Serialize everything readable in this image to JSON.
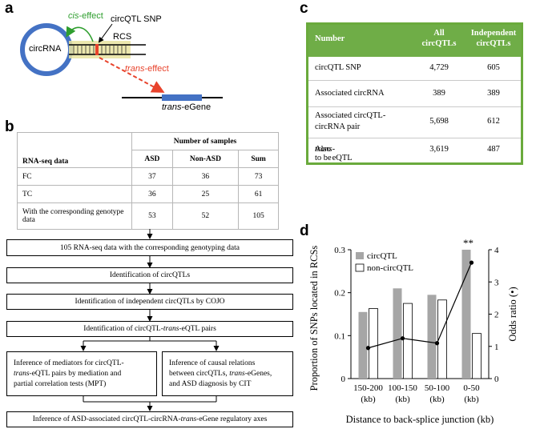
{
  "panels": {
    "a": "a",
    "b": "b",
    "c": "c",
    "d": "d"
  },
  "panel_a": {
    "circrna": "circRNA",
    "cis_prefix": "cis",
    "cis_suffix": "-effect",
    "snp_label": "circQTL SNP",
    "rcs_label": "RCS",
    "trans_prefix": "trans",
    "trans_suffix": "-effect",
    "egene_prefix": "trans",
    "egene_suffix": "-eGene",
    "colors": {
      "circle": "#4472c4",
      "cis": "#2e9e2e",
      "trans": "#e8432c",
      "rcs": "#e9e3a0"
    }
  },
  "panel_b": {
    "table": {
      "header_group": "Number of samples",
      "row_header": "RNA-seq data",
      "columns": [
        "ASD",
        "Non-ASD",
        "Sum"
      ],
      "rows": [
        {
          "label": "FC",
          "values": [
            "37",
            "36",
            "73"
          ]
        },
        {
          "label": "TC",
          "values": [
            "36",
            "25",
            "61"
          ]
        },
        {
          "label": "With the corresponding genotype data",
          "values": [
            "53",
            "52",
            "105"
          ]
        }
      ]
    },
    "flow": {
      "s1": "105 RNA-seq data with the corresponding genotyping data",
      "s2": "Identification of circQTLs",
      "s3": "Identification of independent circQTLs by COJO",
      "s4_pre": "Identification of circQTL-",
      "s4_it": "trans",
      "s4_post": "-eQTL pairs",
      "left_l1": "Inference of mediators for circQTL-",
      "left_it": "trans",
      "left_l2": "-eQTL pairs by mediation and",
      "left_l3": "partial correlation tests (MPT)",
      "right_l1": "Inference of causal relations",
      "right_l2a": "between circQTLs, ",
      "right_it": "trans",
      "right_l2b": "-eGenes,",
      "right_l3": "and ASD diagnosis by CIT",
      "final_pre": "Inference of ASD-associated circQTL-circRNA-",
      "final_it": "trans",
      "final_post": "-eGene regulatory axes"
    }
  },
  "panel_c": {
    "headers": [
      "Number",
      "All circQTLs",
      "Independent circQTLs"
    ],
    "rows": [
      {
        "label": "circQTL SNP",
        "all": "4,729",
        "ind": "605"
      },
      {
        "label": "Associated circRNA",
        "all": "389",
        "ind": "389"
      },
      {
        "label": "Associated circQTL-circRNA pair",
        "all": "5,698",
        "ind": "612"
      },
      {
        "label_pre": "Also to be ",
        "label_it": "trans",
        "label_post": "-eQTL",
        "all": "3,619",
        "ind": "487"
      }
    ],
    "colors": {
      "header": "#6fad47",
      "border": "#6aaa3c"
    }
  },
  "chart_data": {
    "type": "bar",
    "categories": [
      "150-200\n(kb)",
      "100-150\n(kb)",
      "50-100\n(kb)",
      "0-50\n(kb)"
    ],
    "series": [
      {
        "name": "circQTL",
        "values": [
          0.155,
          0.21,
          0.195,
          0.3
        ],
        "color": "#a6a6a6"
      },
      {
        "name": "non-circQTL",
        "values": [
          0.163,
          0.175,
          0.183,
          0.105
        ],
        "color": "#ffffff"
      }
    ],
    "odds_ratio": {
      "values": [
        0.95,
        1.25,
        1.1,
        3.6
      ]
    },
    "xlabel": "Distance to back-splice junction (kb)",
    "ylabel": "Proportion of SNPs located in RCSs",
    "y2label": "Odds ratio (•)",
    "ylim": [
      0,
      0.3
    ],
    "y2lim": [
      0,
      4
    ],
    "yticks": [
      "0",
      "0.1",
      "0.2",
      "0.3"
    ],
    "y2ticks": [
      "0",
      "1",
      "2",
      "3",
      "4"
    ],
    "annotation": "**",
    "legend_position": "top-left"
  }
}
